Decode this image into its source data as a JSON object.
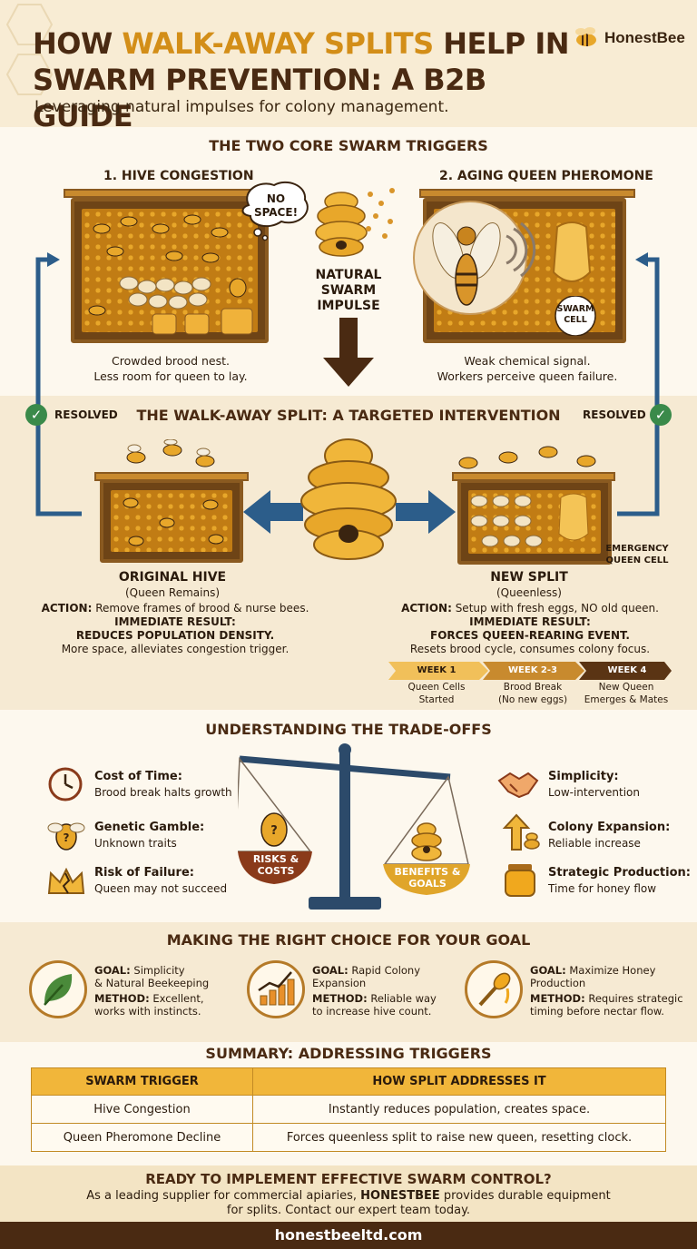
{
  "header": {
    "title_part1": "HOW ",
    "title_highlight": "WALK-AWAY SPLITS",
    "title_part2": " HELP IN SWARM PREVENTION: A B2B GUIDE",
    "subtitle": "Leveraging natural impulses for colony management.",
    "brand": "HonestBee"
  },
  "triggers": {
    "heading": "THE TWO CORE SWARM TRIGGERS",
    "trigger1_title": "1. HIVE CONGESTION",
    "trigger1_bubble": "NO SPACE!",
    "trigger1_caption_1": "Crowded brood nest.",
    "trigger1_caption_2": "Less room for queen to lay.",
    "center_label_1": "NATURAL",
    "center_label_2": "SWARM",
    "center_label_3": "IMPULSE",
    "trigger2_title": "2. AGING QUEEN PHEROMONE",
    "trigger2_tag_1": "SWARM",
    "trigger2_tag_2": "CELL",
    "trigger2_caption_1": "Weak chemical signal.",
    "trigger2_caption_2": "Workers perceive queen failure."
  },
  "split": {
    "heading": "THE WALK-AWAY SPLIT: A TARGETED INTERVENTION",
    "resolved_left": "RESOLVED",
    "resolved_right": "RESOLVED",
    "original_title": "ORIGINAL HIVE",
    "original_sub": "(Queen Remains)",
    "original_action_label": "ACTION:",
    "original_action": " Remove frames of brood & nurse bees.",
    "original_result_label": "IMMEDIATE RESULT:",
    "original_result": "REDUCES POPULATION DENSITY.",
    "original_note": "More space, alleviates congestion trigger.",
    "new_title": "NEW SPLIT",
    "new_sub": "(Queenless)",
    "new_action_label": "ACTION:",
    "new_action": " Setup with fresh eggs, NO old queen.",
    "new_result_label": "IMMEDIATE RESULT:",
    "new_result": "FORCES QUEEN-REARING EVENT.",
    "new_note": "Resets brood cycle, consumes colony focus.",
    "emergency_1": "EMERGENCY",
    "emergency_2": "QUEEN CELL",
    "timeline": [
      {
        "step": "WEEK 1",
        "cap1": "Queen Cells",
        "cap2": "Started"
      },
      {
        "step": "WEEK 2-3",
        "cap1": "Brood Break",
        "cap2": "(No new eggs)"
      },
      {
        "step": "WEEK 4",
        "cap1": "New Queen",
        "cap2": "Emerges & Mates"
      }
    ]
  },
  "tradeoffs": {
    "heading": "UNDERSTANDING THE TRADE-OFFS",
    "left": [
      {
        "title": "Cost of Time:",
        "sub": "Brood break halts growth",
        "icon": "clock-icon"
      },
      {
        "title": "Genetic Gamble:",
        "sub": "Unknown traits",
        "icon": "question-bee-icon"
      },
      {
        "title": "Risk of Failure:",
        "sub": "Queen may not succeed",
        "icon": "broken-crown-icon"
      }
    ],
    "right": [
      {
        "title": "Simplicity:",
        "sub": "Low-intervention",
        "icon": "handshake-icon"
      },
      {
        "title": "Colony Expansion:",
        "sub": "Reliable increase",
        "icon": "growth-arrow-icon"
      },
      {
        "title": "Strategic Production:",
        "sub": "Time for honey flow",
        "icon": "honey-jar-icon"
      }
    ],
    "pan_left_1": "RISKS &",
    "pan_left_2": "COSTS",
    "pan_right_1": "BENEFITS &",
    "pan_right_2": "GOALS"
  },
  "goals": {
    "heading": "MAKING THE RIGHT CHOICE FOR YOUR GOAL",
    "items": [
      {
        "goal_label": "GOAL:",
        "goal": " Simplicity",
        "goal2": "& Natural Beekeeping",
        "method_label": "METHOD:",
        "method": " Excellent,",
        "method2": "works with instincts."
      },
      {
        "goal_label": "GOAL:",
        "goal": " Rapid Colony",
        "goal2": "Expansion",
        "method_label": "METHOD:",
        "method": " Reliable way",
        "method2": "to increase hive count."
      },
      {
        "goal_label": "GOAL:",
        "goal": " Maximize Honey",
        "goal2": "Production",
        "method_label": "METHOD:",
        "method": " Requires strategic",
        "method2": "timing before nectar flow."
      }
    ]
  },
  "summary": {
    "heading": "SUMMARY: ADDRESSING TRIGGERS",
    "col1": "SWARM TRIGGER",
    "col2": "HOW SPLIT ADDRESSES IT",
    "rows": [
      {
        "trigger": "Hive Congestion",
        "how": "Instantly reduces population, creates space."
      },
      {
        "trigger": "Queen Pheromone Decline",
        "how": "Forces queenless split to raise new queen, resetting clock."
      }
    ]
  },
  "cta": {
    "title": "READY TO IMPLEMENT EFFECTIVE SWARM CONTROL?",
    "body_1": "As a leading supplier for commercial apiaries, ",
    "body_brand": "HONESTBEE",
    "body_2": " provides durable equipment for splits. Contact our expert team today."
  },
  "footer": {
    "url": "honestbeeltd.com"
  },
  "colors": {
    "accent": "#d38e18",
    "brown": "#4a2a12",
    "arrow_blue": "#2c5d8a",
    "ok_green": "#3a8a4a"
  }
}
